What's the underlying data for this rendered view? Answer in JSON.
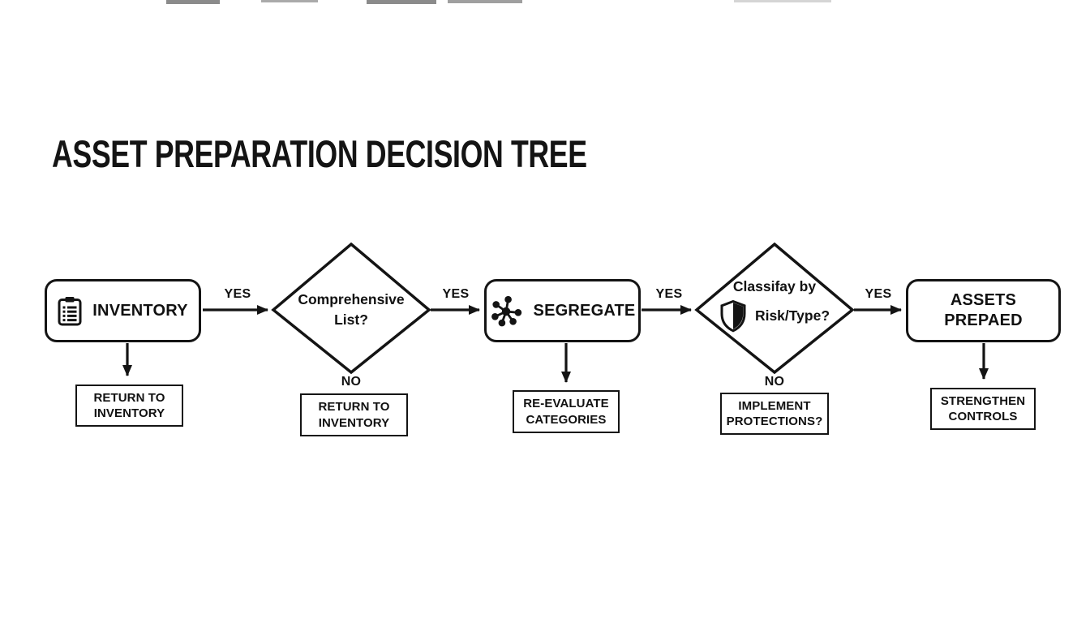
{
  "title": "ASSET PREPARATION DECISION TREE",
  "colors": {
    "ink": "#141414",
    "background": "#ffffff"
  },
  "flow": {
    "nodes": {
      "inventory": {
        "shape": "rounded-rect",
        "icon": "clipboard-icon",
        "label": "INVENTORY"
      },
      "comprehensive_list": {
        "shape": "diamond",
        "line1": "Comprehensive",
        "line2": "List?"
      },
      "segregate": {
        "shape": "rounded-rect",
        "icon": "network-hub-icon",
        "label": "SEGREGATE"
      },
      "classify_risk": {
        "shape": "diamond",
        "icon": "shield-icon",
        "line1": "Classifay by",
        "line2": "Risk/Type?"
      },
      "assets_prepared": {
        "shape": "rounded-rect",
        "line1": "ASSETS",
        "line2": "PREPAED"
      }
    },
    "edge_labels": {
      "inventory_yes": "YES",
      "comprehensive_yes": "YES",
      "segregate_yes": "YES",
      "classify_yes": "YES",
      "comprehensive_no": "NO",
      "classify_no": "NO"
    },
    "outcomes": {
      "return_inventory_1": {
        "line1": "RETURN TO",
        "line2": "INVENTORY"
      },
      "return_inventory_2": {
        "line1": "RETURN TO",
        "line2": "INVENTORY"
      },
      "reevaluate_categories": {
        "line1": "RE-EVALUATE",
        "line2": "CATEGORIES"
      },
      "implement_protections": {
        "line1": "IMPLEMENT",
        "line2": "PROTECTIONS?"
      },
      "strengthen_controls": {
        "line1": "STRENGTHEN",
        "line2": "CONTROLS"
      }
    }
  }
}
